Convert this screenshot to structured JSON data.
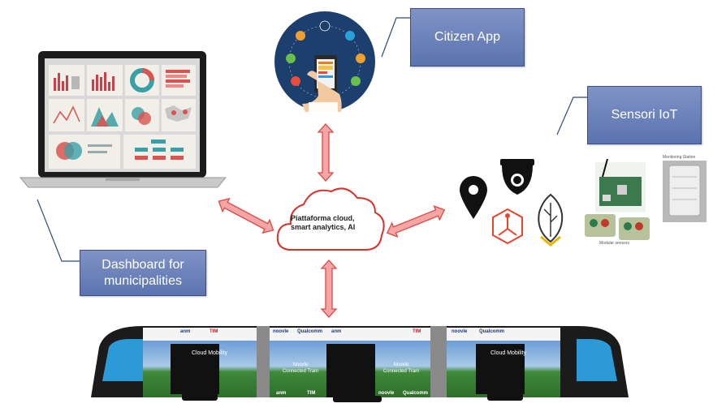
{
  "labels": {
    "citizen_app": "Citizen App",
    "sensori_iot": "Sensori IoT",
    "dashboard": "Dashboard for\nmunicipalities",
    "cloud": "Piattaforma    cloud,\nsmart analytics, AI",
    "monitoring_station": "Monitoring Station",
    "modular_sensors": "Modular sensors"
  },
  "tram": {
    "sponsor_a": "anm",
    "sponsor_b": "TIM",
    "sponsor_c": "Qualcomm",
    "sponsor_d": "noovle",
    "banner": "Noovle\nConnected Tram",
    "banner_side": "Cloud Mobility"
  },
  "colors": {
    "box_fill": "#6b80bb",
    "arrow_fill": "#f4a5a5",
    "arrow_stroke": "#e0473f",
    "cloud_stroke": "#d8322b",
    "phone_circle": "#1d3f6e",
    "tram_body": "#1b1b1b"
  }
}
